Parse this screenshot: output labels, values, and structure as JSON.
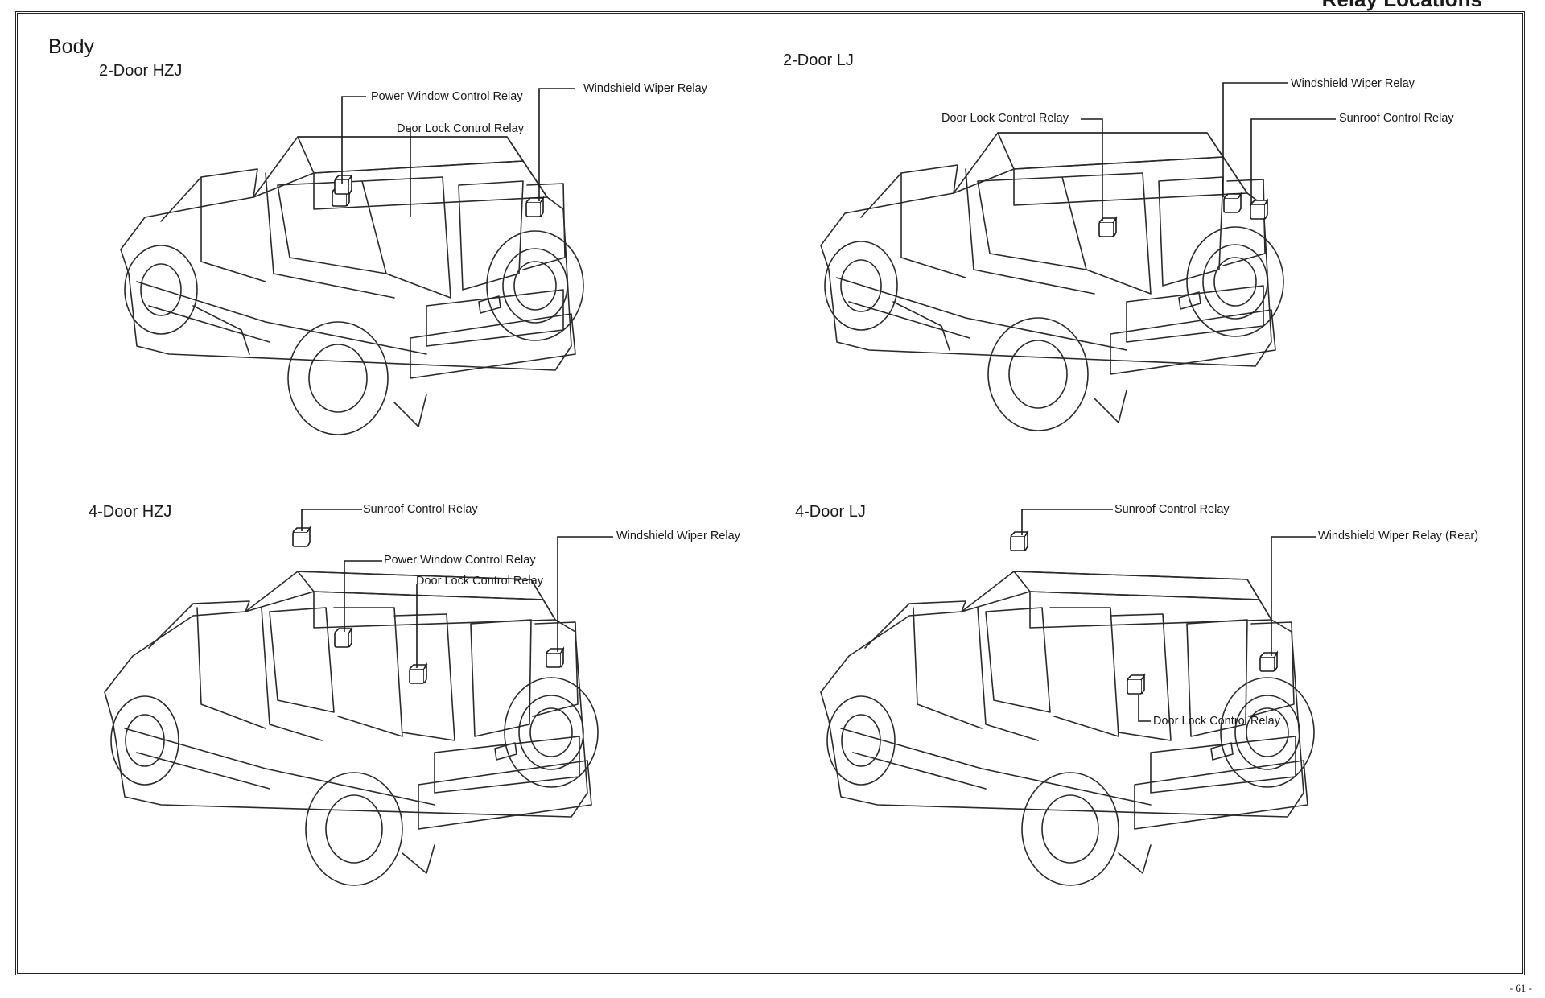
{
  "header": {
    "title": "Relay Locations"
  },
  "section": {
    "title": "Body"
  },
  "variants": [
    {
      "id": "2door-hzj",
      "title": "2-Door HZJ",
      "callouts": [
        "Power Window Control Relay",
        "Windshield Wiper Relay",
        "Door Lock Control Relay"
      ]
    },
    {
      "id": "2door-lj",
      "title": "2-Door LJ",
      "callouts": [
        "Windshield Wiper Relay",
        "Door Lock Control Relay",
        "Sunroof Control Relay"
      ]
    },
    {
      "id": "4door-hzj",
      "title": "4-Door HZJ",
      "callouts": [
        "Sunroof Control Relay",
        "Windshield Wiper Relay",
        "Power Window Control Relay",
        "Door Lock Control Relay"
      ]
    },
    {
      "id": "4door-lj",
      "title": "4-Door LJ",
      "callouts": [
        "Sunroof Control Relay",
        "Windshield Wiper Relay (Rear)",
        "Door Lock Control Relay"
      ]
    }
  ],
  "footer": {
    "page_number": "- 61 -"
  }
}
